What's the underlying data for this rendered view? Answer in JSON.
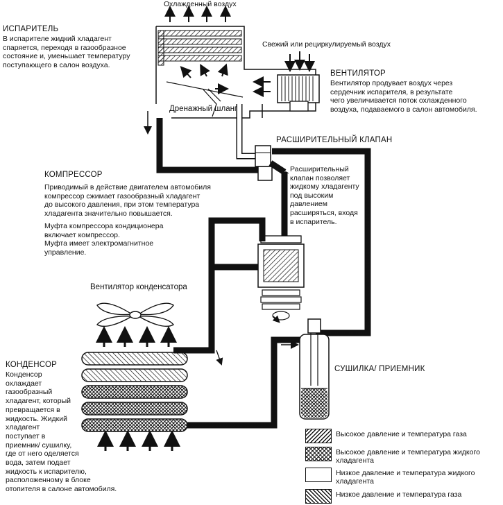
{
  "top_label": "Охлажденный воздух",
  "fresh_air_label": "Свежий или рециркулируемый воздух",
  "drain_label": "Дренажный шланг",
  "condenser_fan_label": "Вентилятор конденсатора",
  "evaporator": {
    "title": "ИСПАРИТЕЛЬ",
    "text": "В испарителе жидкий хладагент\nспаряется, переходя в газообразное\nсостояние и, уменьшает температуру\nпоступающего в салон воздуха."
  },
  "fan": {
    "title": "ВЕНТИЛЯТОР",
    "text": "Вентилятор продувает воздух через\nсердечник испарителя, в результате\nчего увеличивается поток охлажденного\nвоздуха, подаваемого в салон автомобиля."
  },
  "expansion_valve": {
    "title": "РАСШИРИТЕЛЬНЫЙ КЛАПАН",
    "text": "Расширительный\nклапан позволяет\nжидкому хладагенту\nпод высоким\nдавлением\nрасширяться, входя\nв испаритель."
  },
  "compressor": {
    "title": "КОМПРЕССОР",
    "text": "Приводимый в действие двигателем автомобиля\nкомпрессор сжимает газообразный хладагент\nдо высокого давления, при этом температура\nхладагента значительно повышается.",
    "text2": "Муфта компрессора кондиционера\nвключает компрессор.\nМуфта имеет электромагнитное\nуправление."
  },
  "condenser": {
    "title": "КОНДЕНСОР",
    "text": "Конденсор\nохлаждает\nгазообразный\nхладагент, который\nпревращается в\nжидкость. Жидкий\nхладагент\nпоступает в\nприемник/ сушилку,\nгде от него оделяется\nвода, затем подает\nжидкость к испарителю,\nрасположенному в блоке\nотопителя в салоне автомобиля."
  },
  "dryer": {
    "title": "СУШИЛКА/ ПРИЕМНИК"
  },
  "legend": [
    {
      "label": "Высокое давление и температура газа",
      "pattern": "hatch-back"
    },
    {
      "label": "Высокое давление и температура жидкого\nхладагента",
      "pattern": "crosshatch"
    },
    {
      "label": "Низкое давление и температура жидкого\nхладагента",
      "pattern": "blank"
    },
    {
      "label": "Низкое давление и температура газа",
      "pattern": "hatch-fwd"
    }
  ]
}
